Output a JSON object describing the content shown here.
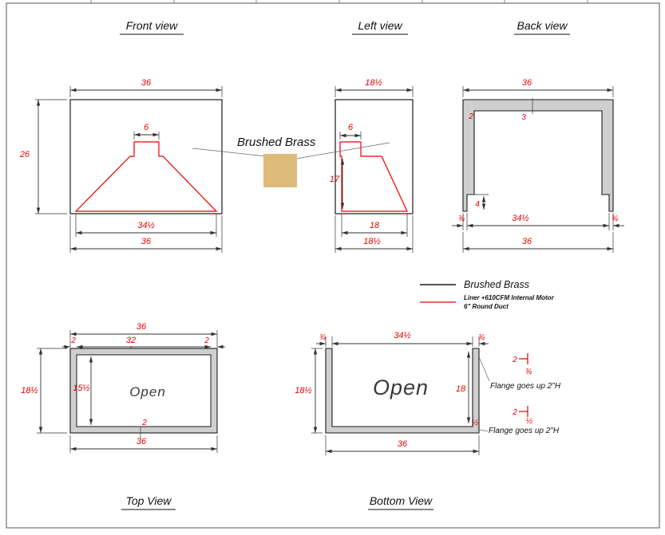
{
  "titles": {
    "front": "Front view",
    "left": "Left view",
    "back": "Back view",
    "top": "Top View",
    "bottom": "Bottom View"
  },
  "front_view": {
    "width_top": "36",
    "height": "26",
    "duct_width": "6",
    "liner_width": "34½",
    "width_bottom": "36"
  },
  "left_view": {
    "depth_top": "18½",
    "duct_width": "6",
    "liner_height": "17",
    "liner_depth": "18",
    "depth_bottom": "18½"
  },
  "back_view": {
    "width_top": "36",
    "side_thickness": "2",
    "top_thickness": "3",
    "foot_height": "4",
    "foot_left": "¾",
    "inner_width": "34½",
    "foot_right": "¾",
    "width_bottom": "36"
  },
  "top_view": {
    "width_top": "36",
    "wall_left": "2",
    "inner_width": "32",
    "wall_right": "2",
    "depth": "18½",
    "inner_depth": "15½",
    "wall_bottom": "2",
    "width_bottom": "36",
    "open_label": "Open"
  },
  "bottom_view": {
    "flange_left": "¾",
    "inner_width": "34½",
    "flange_right": "¾",
    "depth": "18½",
    "inner_depth": "18",
    "bottom_flange": "½",
    "width_bottom": "36",
    "open_label": "Open",
    "flange_top_width": "2",
    "flange_top_height": "¾",
    "flange_top_note": "Flange goes up 2\"H",
    "flange_bottom_width": "2",
    "flange_bottom_height": "½",
    "flange_bottom_note": "Flange goes up 2\"H"
  },
  "callout": {
    "material": "Brushed Brass"
  },
  "legend": {
    "brass": "Brushed Brass",
    "liner_line1": "Liner +610CFM Internal Motor",
    "liner_line2": "6\" Round Duct"
  },
  "colors": {
    "dimension_red": "#e60000",
    "brass_swatch": "#ddbb7a",
    "panel_gray": "#cfcfcf",
    "line_black": "#1a1a1a"
  }
}
